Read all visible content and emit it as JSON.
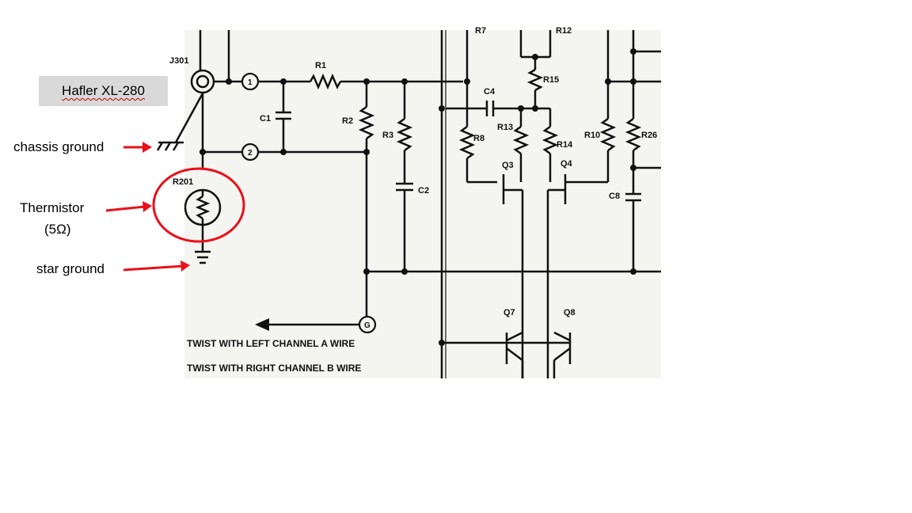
{
  "model_label": "Hafler XL-280",
  "annotations": {
    "chassis_ground": "chassis ground",
    "thermistor": "Thermistor",
    "thermistor_value": "(5Ω)",
    "star_ground": "star ground"
  },
  "schematic": {
    "connector": "J301",
    "nodes": [
      "1",
      "2",
      "G"
    ],
    "components": {
      "r1": "R1",
      "r2": "R2",
      "r3": "R3",
      "c1": "C1",
      "c2": "C2",
      "r201": "R201",
      "c4": "C4",
      "r7": "R7",
      "r8": "R8",
      "r12": "R12",
      "r13": "R13",
      "r14": "R14",
      "r15": "R15",
      "r10": "R10",
      "r26": "R26",
      "c8": "C8",
      "q3": "Q3",
      "q4": "Q4",
      "q7": "Q7",
      "q8": "Q8"
    },
    "notes": {
      "twist_a": "TWIST WITH LEFT CHANNEL A WIRE",
      "twist_b": "TWIST WITH RIGHT CHANNEL B WIRE"
    }
  },
  "colors": {
    "annotation": "#e8101a",
    "scan_bg": "#f4f4f0",
    "ink": "#111111",
    "tag_bg": "#d9d9d9"
  }
}
